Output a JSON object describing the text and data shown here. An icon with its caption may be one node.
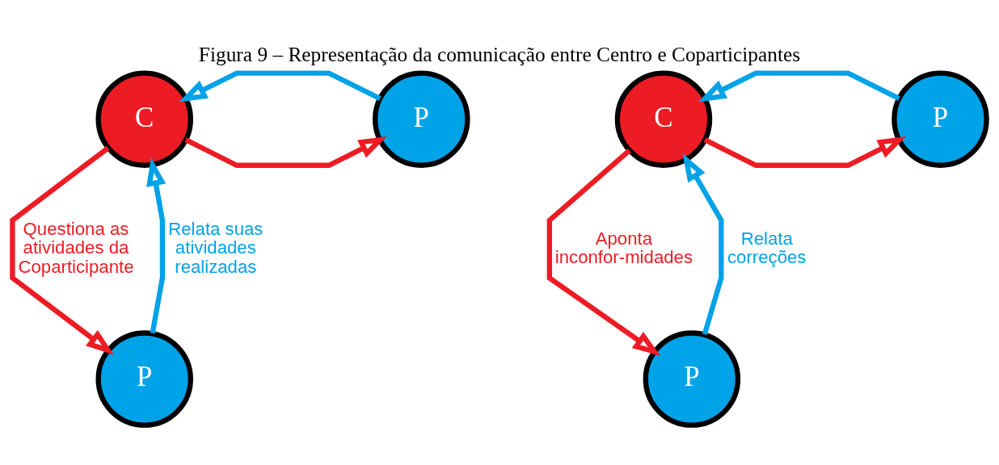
{
  "diagram": {
    "title": "Figura 9 – Representação da comunicação entre Centro e Coparticipantes",
    "nodes": [
      {
        "text": [
          "C"
        ]
      },
      {
        "text": [
          "P"
        ]
      },
      {
        "text": [
          "P"
        ]
      },
      {
        "text": [
          "C"
        ]
      },
      {
        "text": [
          "P"
        ]
      },
      {
        "text": [
          "P"
        ]
      }
    ],
    "edges": [
      {
        "from": 0,
        "to": 1,
        "arrow": "to",
        "color": "#ed1c24"
      },
      {
        "from": 1,
        "to": 0,
        "arrow": "to",
        "color": "#00a2e8"
      },
      {
        "from": 0,
        "to": 2,
        "arrow": "to",
        "color": "#ed1c24",
        "label": "Questiona as atividades da Coparticipante"
      },
      {
        "from": 2,
        "to": 0,
        "arrow": "to",
        "color": "#00a2e8",
        "label": "Relata suas atividades realizadas"
      },
      {
        "from": 3,
        "to": 4,
        "arrow": "to",
        "color": "#ed1c24"
      },
      {
        "from": 4,
        "to": 3,
        "arrow": "to",
        "color": "#00a2e8"
      },
      {
        "from": 3,
        "to": 5,
        "arrow": "to",
        "color": "#ed1c24",
        "label": "Aponta inconfor-midades"
      },
      {
        "from": 5,
        "to": 3,
        "arrow": "to",
        "color": "#00a2e8",
        "label": "Relata correções"
      }
    ]
  }
}
